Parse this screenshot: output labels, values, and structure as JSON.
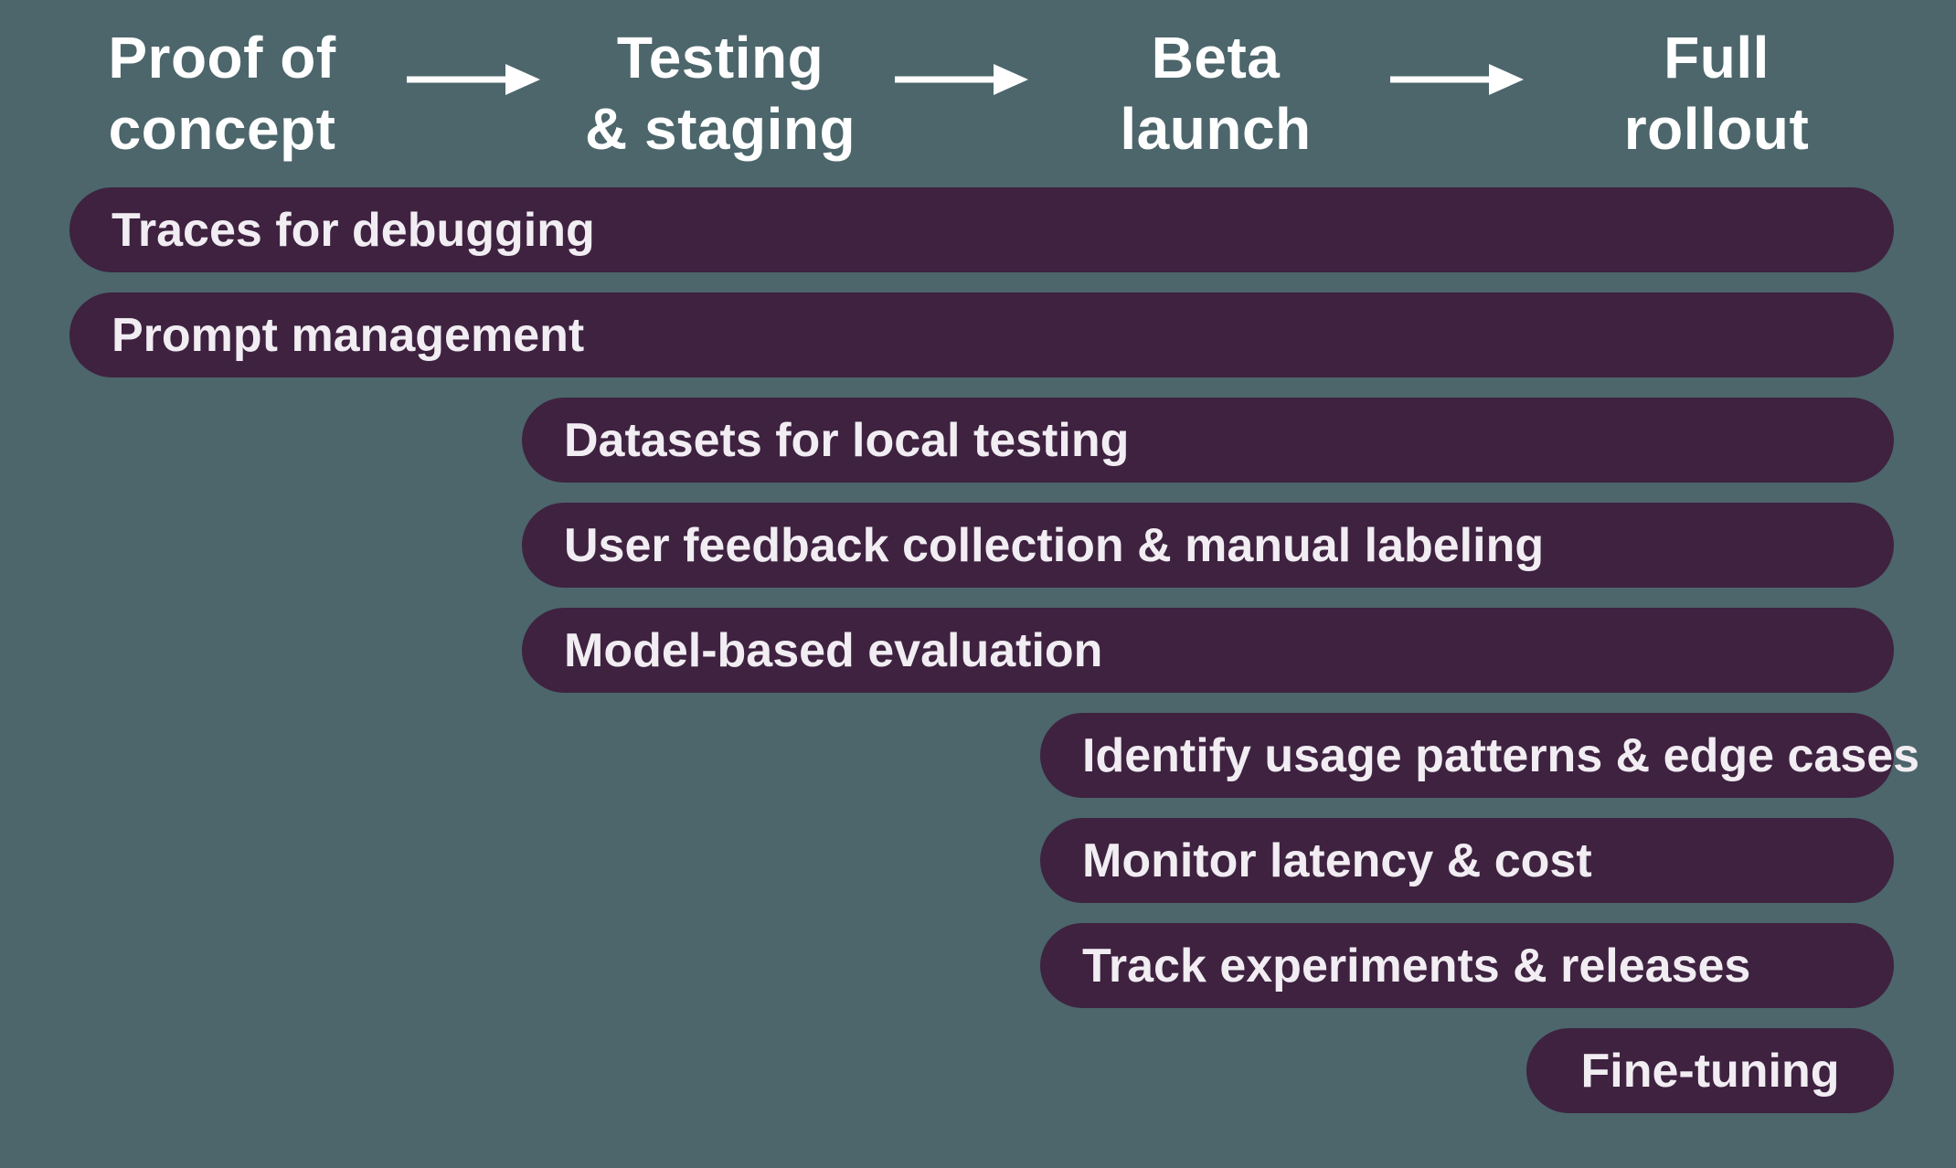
{
  "colors": {
    "background": "#4C666B",
    "bar_fill": "#3E2240",
    "bar_text": "#F1EDF2",
    "header_text": "#FFFFFF",
    "arrow": "#FFFFFF"
  },
  "phases": [
    {
      "label": "Proof of concept",
      "line1": "Proof of",
      "line2": "concept"
    },
    {
      "label": "Testing & staging",
      "line1": "Testing",
      "line2": "& staging"
    },
    {
      "label": "Beta launch",
      "line1": "Beta",
      "line2": "launch"
    },
    {
      "label": "Full rollout",
      "line1": "Full",
      "line2": "rollout"
    }
  ],
  "bars": [
    {
      "label": "Traces for debugging",
      "starts_at": "Proof of concept",
      "ends_at": "Full rollout"
    },
    {
      "label": "Prompt management",
      "starts_at": "Proof of concept",
      "ends_at": "Full rollout"
    },
    {
      "label": "Datasets for local testing",
      "starts_at": "Testing & staging",
      "ends_at": "Full rollout"
    },
    {
      "label": "User feedback collection & manual labeling",
      "starts_at": "Testing & staging",
      "ends_at": "Full rollout"
    },
    {
      "label": "Model-based evaluation",
      "starts_at": "Testing & staging",
      "ends_at": "Full rollout"
    },
    {
      "label": "Identify usage patterns & edge cases",
      "starts_at": "Beta launch",
      "ends_at": "Full rollout"
    },
    {
      "label": "Monitor latency & cost",
      "starts_at": "Beta launch",
      "ends_at": "Full rollout"
    },
    {
      "label": "Track experiments & releases",
      "starts_at": "Beta launch",
      "ends_at": "Full rollout"
    },
    {
      "label": "Fine-tuning",
      "starts_at": "Full rollout",
      "ends_at": "Full rollout"
    }
  ]
}
